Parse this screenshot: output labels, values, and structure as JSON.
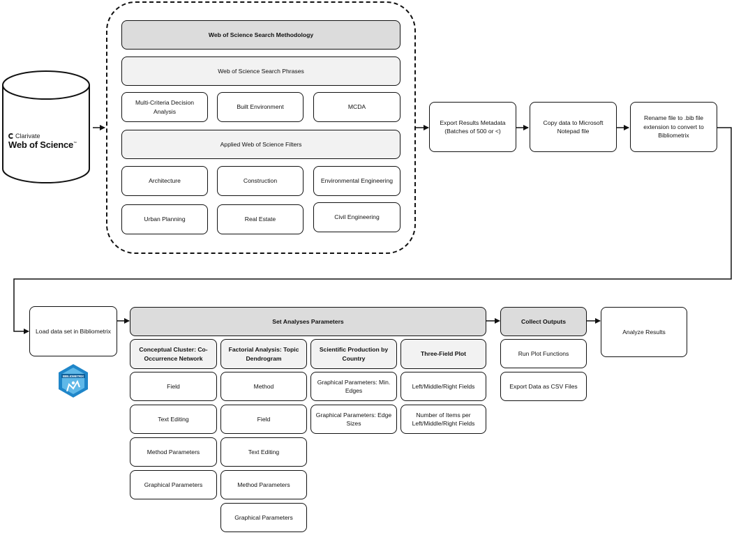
{
  "database": {
    "vendor": "Clarivate",
    "name": "Web of Science",
    "trademark": "™"
  },
  "methodology": {
    "title": "Web of Science Search Methodology",
    "phrases_title": "Web of Science Search Phrases",
    "phrases": [
      "Multi-Criteria Decision Analysis",
      "Built Environment",
      "MCDA"
    ],
    "filters_title": "Applied Web of Science Filters",
    "filters": [
      "Architecture",
      "Construction",
      "Environmental Engineering",
      "Urban Planning",
      "Real Estate",
      "Civil Engineering"
    ]
  },
  "steps": {
    "export": "Export Results Metadata (Batches of 500 or <)",
    "copy": "Copy data to Microsoft Notepad file",
    "rename": "Rename file to .bib file extension to convert to Bibliometrix",
    "load": "Load data set in Bibliometrix",
    "analyze": "Analyze Results"
  },
  "analyses": {
    "title": "Set Analyses Parameters",
    "columns": [
      {
        "header": "Conceptual Cluster: Co-Occurrence Network",
        "items": [
          "Field",
          "Text Editing",
          "Method Parameters",
          "Graphical Parameters"
        ]
      },
      {
        "header": "Factorial Analysis: Topic Dendrogram",
        "items": [
          "Method",
          "Field",
          "Text Editing",
          "Method Parameters",
          "Graphical Parameters"
        ]
      },
      {
        "header": "Scientific Production by Country",
        "items": [
          "Graphical Parameters: Min. Edges",
          "Graphical Parameters: Edge Sizes"
        ]
      },
      {
        "header": "Three-Field Plot",
        "items": [
          "Left/Middle/Right Fields",
          "Number of Items per Left/Middle/Right Fields"
        ]
      }
    ]
  },
  "outputs": {
    "title": "Collect Outputs",
    "items": [
      "Run Plot Functions",
      "Export Data as CSV Files"
    ]
  },
  "bibliometrix_logo_text": "BIBLIOMETRIX"
}
